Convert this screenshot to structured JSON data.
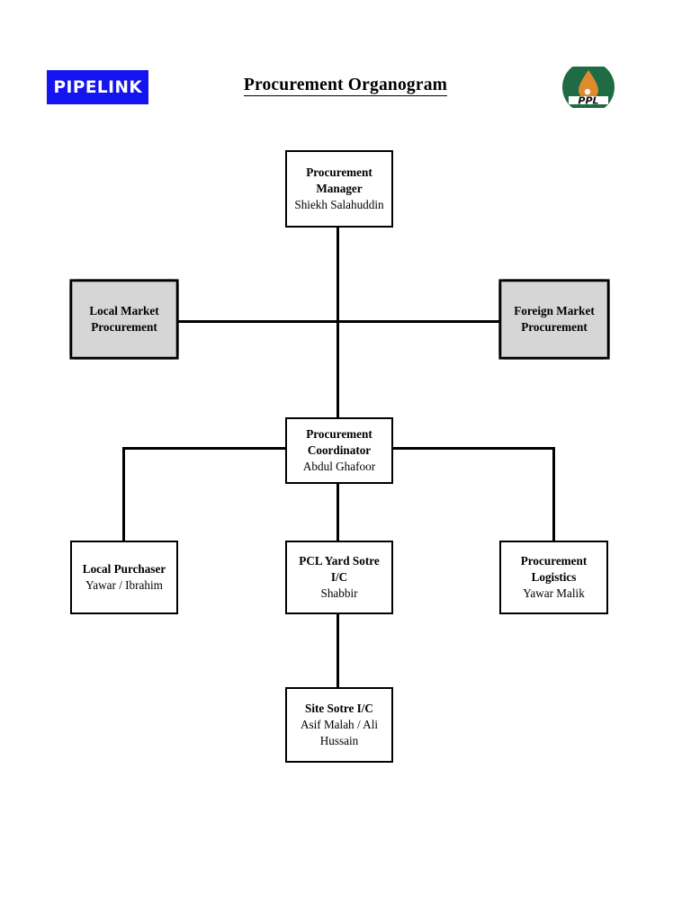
{
  "header": {
    "brand_logo_text": "PIPELINK",
    "brand_logo_color": "#1414f0",
    "title": "Procurement Organogram",
    "company_logo_text": "PPL",
    "company_logo_color": "#1f6b43",
    "company_logo_accent": "#e08a2e"
  },
  "chart_data": {
    "type": "org-chart",
    "title": "Procurement Organogram",
    "nodes": [
      {
        "id": "procurement-manager",
        "role": "Procurement Manager",
        "person": "Shiekh Salahuddin",
        "style": "plain",
        "level": 0
      },
      {
        "id": "local-market-procurement",
        "role": "Local Market Procurement",
        "person": "",
        "style": "shaded",
        "level": 1
      },
      {
        "id": "foreign-market-procurement",
        "role": "Foreign Market Procurement",
        "person": "",
        "style": "shaded",
        "level": 1
      },
      {
        "id": "procurement-coordinator",
        "role": "Procurement Coordinator",
        "person": "Abdul Ghafoor",
        "style": "plain",
        "level": 2
      },
      {
        "id": "local-purchaser",
        "role": "Local Purchaser",
        "person": "Yawar / Ibrahim",
        "style": "plain",
        "level": 3
      },
      {
        "id": "pcl-yard-store-ic",
        "role": "PCL Yard Sotre I/C",
        "person": "Shabbir",
        "style": "plain",
        "level": 3
      },
      {
        "id": "procurement-logistics",
        "role": "Procurement Logistics",
        "person": "Yawar Malik",
        "style": "plain",
        "level": 3
      },
      {
        "id": "site-store-ic",
        "role": "Site Sotre I/C",
        "person": "Asif Malah / Ali Hussain",
        "style": "plain",
        "level": 4
      }
    ],
    "edges": [
      {
        "from": "procurement-manager",
        "to": "procurement-coordinator"
      },
      {
        "from": "local-market-procurement",
        "to": "foreign-market-procurement"
      },
      {
        "from": "procurement-coordinator",
        "to": "local-purchaser"
      },
      {
        "from": "procurement-coordinator",
        "to": "pcl-yard-store-ic"
      },
      {
        "from": "procurement-coordinator",
        "to": "procurement-logistics"
      },
      {
        "from": "pcl-yard-store-ic",
        "to": "site-store-ic"
      }
    ]
  }
}
